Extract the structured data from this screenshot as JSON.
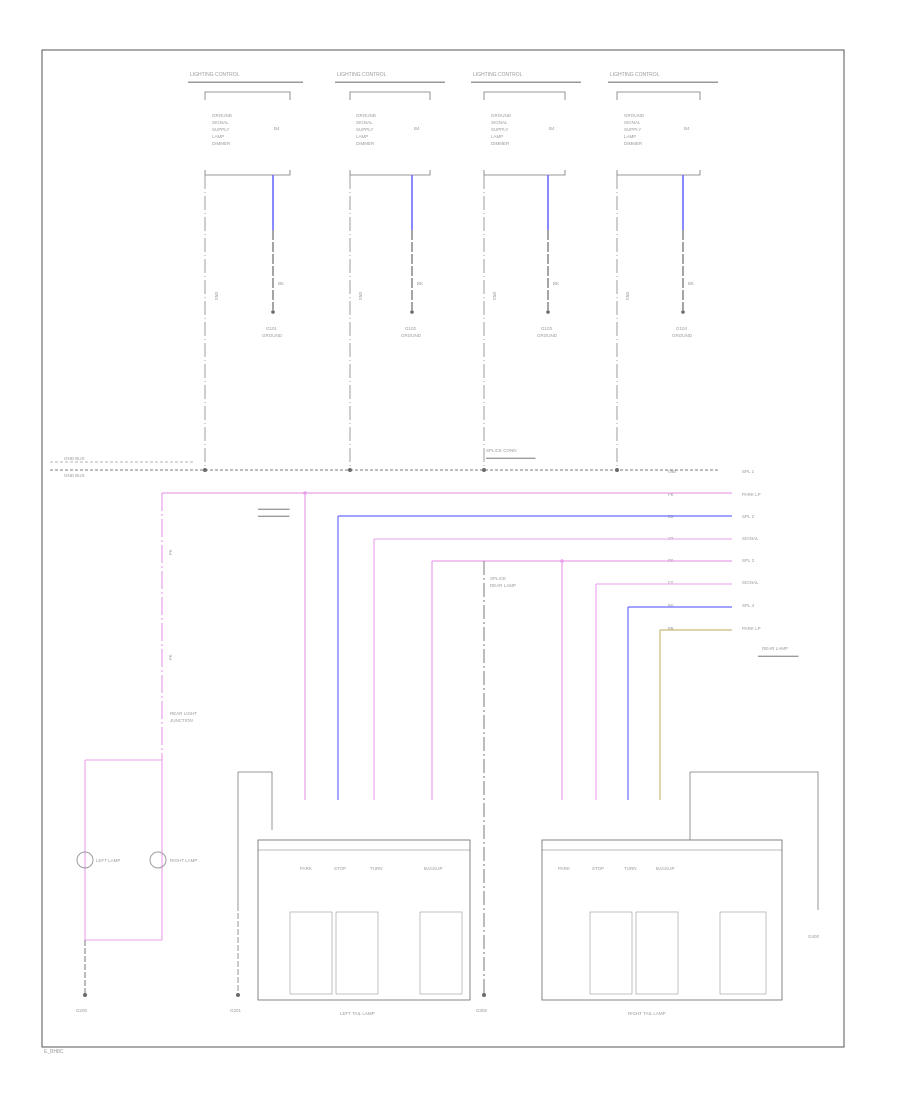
{
  "page": {
    "footer_id": "E_BH8C"
  },
  "colors": {
    "border": "#555555",
    "wire_gray": "#9c9c9c",
    "wire_black": "#6a6a6a",
    "wire_pink": "#e9a0e9",
    "wire_blue": "#6b6bff",
    "wire_violet": "#a090f0",
    "wire_tan": "#c9bb7a",
    "text": "#9a9a9a"
  },
  "diagram": {
    "top_modules": [
      {
        "title": "LIGHTING CONTROL",
        "pins": [
          "GROUND",
          "SIGNAL",
          "SUPPLY",
          "LAMP",
          "DIMMER"
        ],
        "wire_label": "BK",
        "ground_label": "G101"
      },
      {
        "title": "LIGHTING CONTROL",
        "pins": [
          "GROUND",
          "SIGNAL",
          "SUPPLY",
          "LAMP",
          "DIMMER"
        ],
        "wire_label": "BK",
        "ground_label": "G102"
      },
      {
        "title": "LIGHTING CONTROL",
        "pins": [
          "GROUND",
          "SIGNAL",
          "SUPPLY",
          "LAMP",
          "DIMMER"
        ],
        "wire_label": "BK",
        "ground_label": "G103"
      },
      {
        "title": "LIGHTING CONTROL",
        "pins": [
          "GROUND",
          "SIGNAL",
          "SUPPLY",
          "LAMP",
          "DIMMER"
        ],
        "wire_label": "BK",
        "ground_label": "G104"
      }
    ],
    "bus_labels": [
      "GND BUS",
      "GND BUS"
    ],
    "splice_label": "SPLICE CONN",
    "right_terminals": [
      {
        "code": "GND",
        "name": "SPL 1"
      },
      {
        "code": "PK",
        "name": "PARK LP"
      },
      {
        "code": "BU",
        "name": "SPL 2"
      },
      {
        "code": "VT",
        "name": "SIGNAL"
      },
      {
        "code": "PK",
        "name": "SPL 3"
      },
      {
        "code": "GY",
        "name": "SIGNAL"
      },
      {
        "code": "BU",
        "name": "SPL 4"
      },
      {
        "code": "BN",
        "name": "PARK LP"
      }
    ],
    "right_note": "REAR LAMP",
    "left_notes": [
      "REAR LIGHT",
      "JUNCTION"
    ],
    "mid_notes": [
      "SPLICE",
      "REAR LAMP"
    ],
    "left_bulbs": [
      "LEFT LAMP",
      "RIGHT LAMP"
    ],
    "left_ground": "G200",
    "tail_lamps": [
      {
        "title": "LEFT TAIL LAMP",
        "pins": [
          "PARK",
          "STOP",
          "TURN",
          "BACKUP"
        ]
      },
      {
        "title": "RIGHT TAIL LAMP",
        "pins": [
          "PARK",
          "STOP",
          "TURN",
          "BACKUP"
        ]
      }
    ],
    "center_ground": "G300",
    "right_ground": "G400",
    "left_lamp_ground": "G201"
  }
}
